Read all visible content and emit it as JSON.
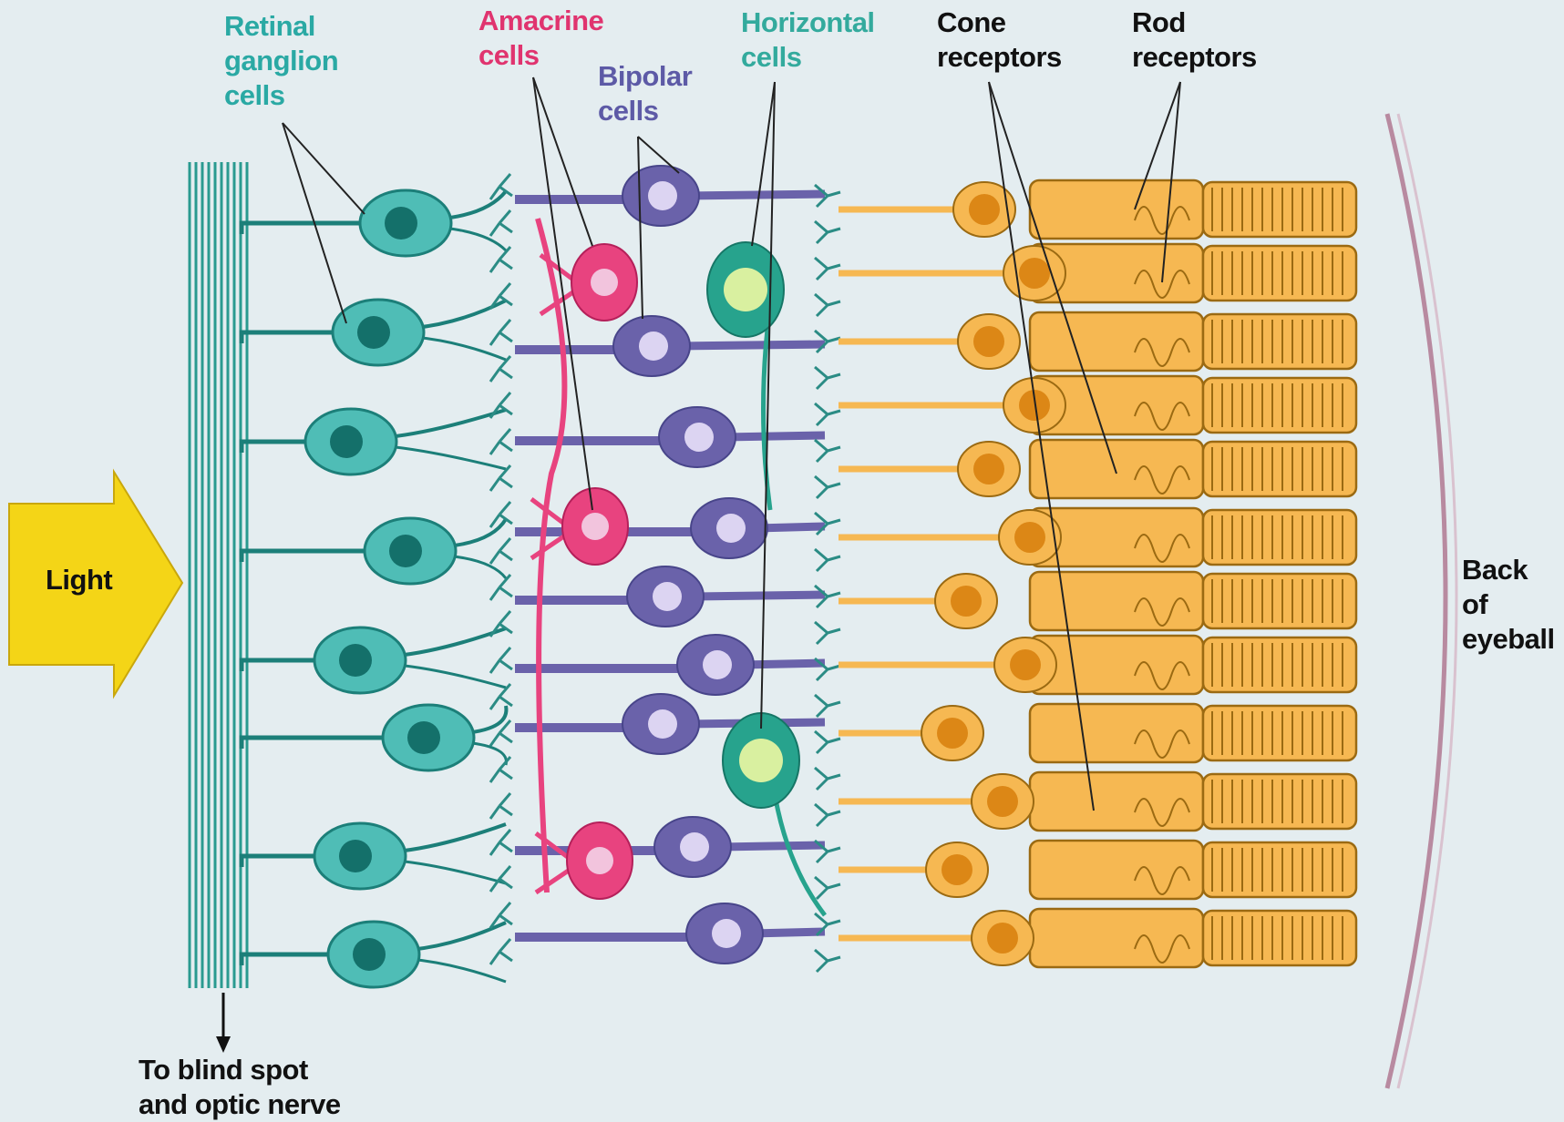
{
  "labels": {
    "ganglion": [
      "Retinal",
      "ganglion",
      "cells"
    ],
    "amacrine": [
      "Amacrine",
      "cells"
    ],
    "bipolar": [
      "Bipolar",
      "cells"
    ],
    "horizontal": [
      "Horizontal",
      "cells"
    ],
    "cone": [
      "Cone",
      "receptors"
    ],
    "rod": [
      "Rod",
      "receptors"
    ],
    "light": "Light",
    "back": [
      "Back",
      "of",
      "eyeball"
    ],
    "blind": [
      "To blind spot",
      "and optic nerve"
    ]
  },
  "colors": {
    "background": "#e4edf0",
    "ganglion_fill": "#4fbdb6",
    "ganglion_nucleus": "#14706a",
    "ganglion_stroke": "#1c7f79",
    "nerve_fiber": "#2a9a90",
    "amacrine_fill": "#e8437f",
    "amacrine_nucleus": "#f2c4dd",
    "bipolar_fill": "#6a62aa",
    "bipolar_nucleus": "#dcd4f2",
    "horizontal_fill": "#27a38d",
    "horizontal_nucleus": "#d9f0a0",
    "receptor_fill": "#f6b852",
    "receptor_nucleus": "#dc8716",
    "receptor_stroke": "#9b6a12",
    "light_arrow": "#f4d517",
    "eyeball_line": "#b88aa0",
    "label_text": "#111111"
  }
}
